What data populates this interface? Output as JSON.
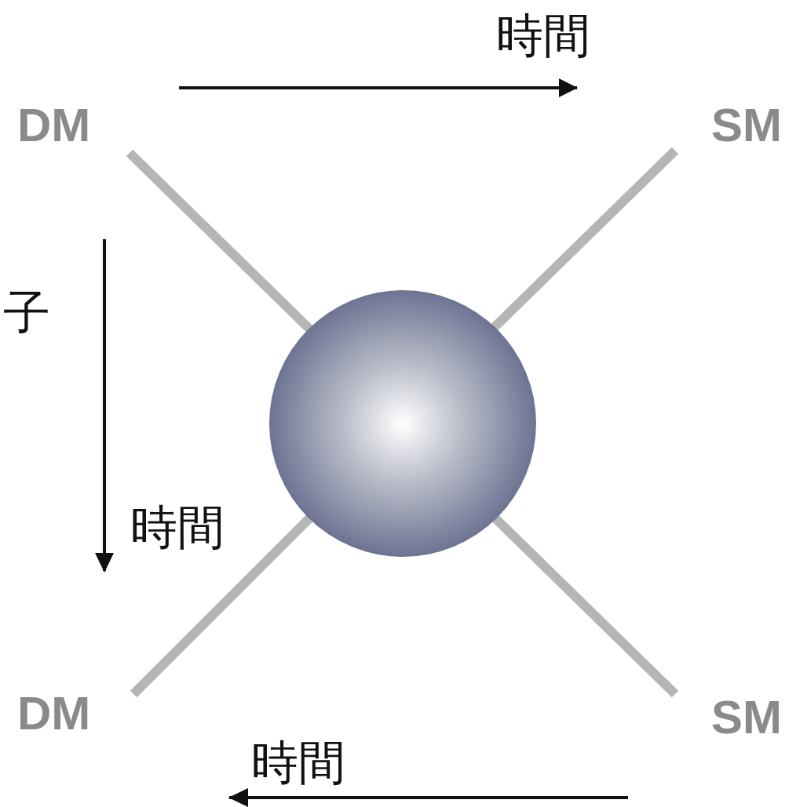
{
  "diagram": {
    "labels": [
      "時間",
      "DM",
      "SM",
      "子",
      "時間",
      "DM",
      "SM",
      "時間"
    ]
  }
}
